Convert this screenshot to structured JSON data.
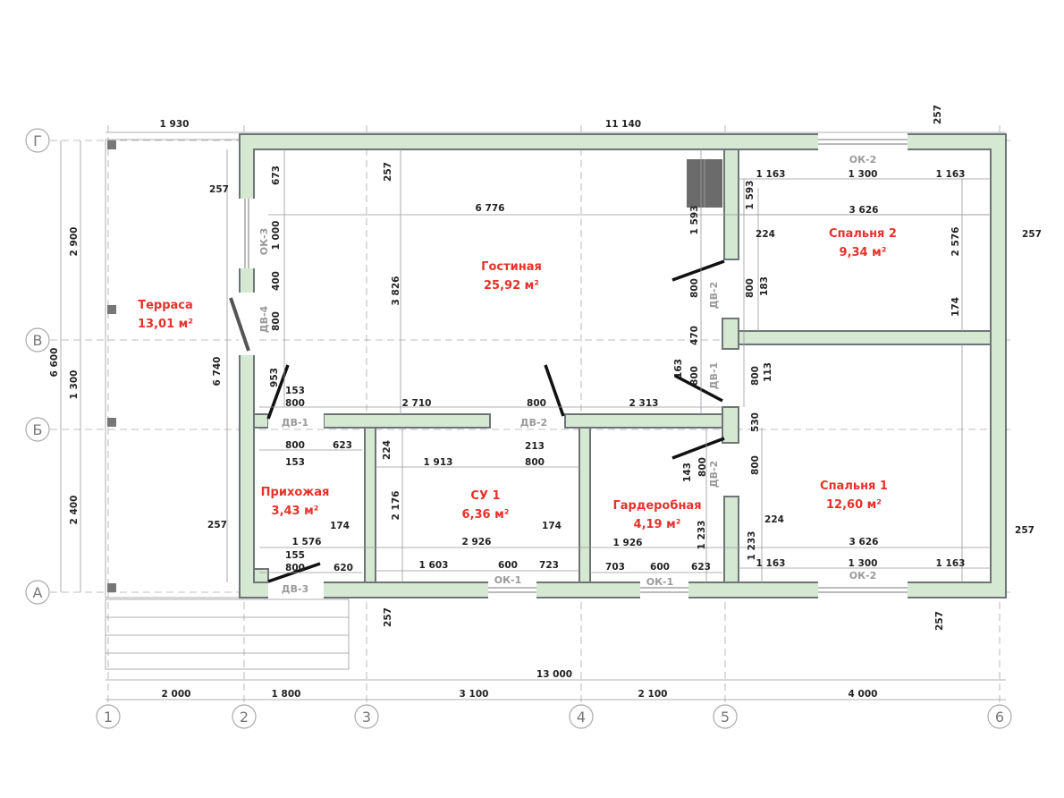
{
  "colors": {
    "wall_fill": "#d4e8d2",
    "wall_stroke": "#6f7479",
    "room_label": "#e8312a",
    "opening_label": "#9a9a9a"
  },
  "axes": {
    "columns": [
      "1",
      "2",
      "3",
      "4",
      "5",
      "6"
    ],
    "rows": [
      "Г",
      "В",
      "Б",
      "А"
    ]
  },
  "rooms": [
    {
      "name": "Терраса",
      "area": "13,01 м²"
    },
    {
      "name": "Гостиная",
      "area": "25,92 м²"
    },
    {
      "name": "Спальня 2",
      "area": "9,34 м²"
    },
    {
      "name": "Прихожая",
      "area": "3,43 м²"
    },
    {
      "name": "СУ 1",
      "area": "6,36 м²"
    },
    {
      "name": "Гардеробная",
      "area": "4,19 м²"
    },
    {
      "name": "Спальня 1",
      "area": "12,60 м²"
    }
  ],
  "openings": [
    "ОК-3",
    "ДВ-4",
    "ДВ-1",
    "ДВ-2",
    "ДВ-2",
    "ДВ-1",
    "ДВ-2",
    "ДВ-3",
    "ОК-1",
    "ОК-1",
    "ОК-2",
    "ОК-2"
  ],
  "dimensions": [
    "1 930",
    "11 140",
    "257",
    "257",
    "673",
    "257",
    "6 776",
    "1 593",
    "1 593",
    "1 000",
    "400",
    "800",
    "3 826",
    "800",
    "800",
    "183",
    "470",
    "953",
    "153",
    "800",
    "2 710",
    "800",
    "2 313",
    "163",
    "800",
    "800",
    "113",
    "530",
    "800",
    "623",
    "153",
    "224",
    "213",
    "1 913",
    "800",
    "143",
    "800",
    "800",
    "2 176",
    "174",
    "257",
    "174",
    "1 576",
    "2 926",
    "1 926",
    "1 233",
    "1 233",
    "224",
    "3 626",
    "257",
    "155",
    "800",
    "620",
    "1 603",
    "600",
    "723",
    "703",
    "600",
    "623",
    "1 163",
    "1 300",
    "1 163",
    "257",
    "257",
    "1 163",
    "1 300",
    "1 163",
    "3 626",
    "224",
    "257",
    "2 576",
    "174",
    "2 900",
    "1 300",
    "2 400",
    "6 600",
    "6 740",
    "13 000",
    "2 000",
    "1 800",
    "3 100",
    "2 100",
    "4 000"
  ]
}
